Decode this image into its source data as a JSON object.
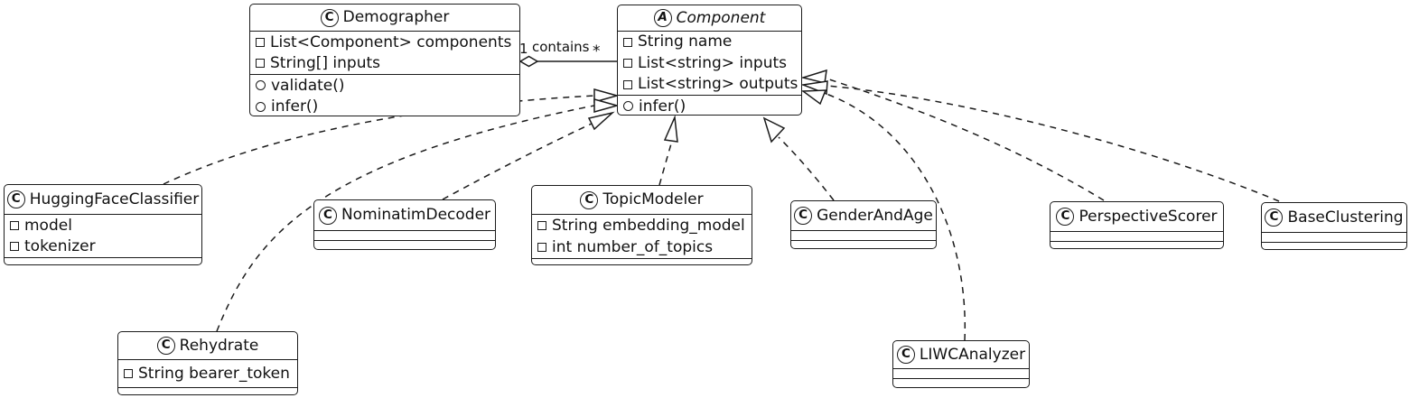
{
  "colors": {
    "border": "#1b1b1b",
    "background": "#ffffff"
  },
  "classes": {
    "demographer": {
      "letter": "C",
      "kind": "class",
      "name": "Demographer",
      "attrs": [
        "List<Component> components",
        "String[] inputs"
      ],
      "methods": [
        "validate()",
        "infer()"
      ]
    },
    "component": {
      "letter": "A",
      "kind": "abstract",
      "name": "Component",
      "attrs": [
        "String name",
        "List<string> inputs",
        "List<string> outputs"
      ],
      "methods": [
        "infer()"
      ]
    },
    "huggingface": {
      "letter": "C",
      "kind": "class",
      "name": "HuggingFaceClassifier",
      "attrs": [
        "model",
        "tokenizer"
      ],
      "methods": []
    },
    "nominatim": {
      "letter": "C",
      "kind": "class",
      "name": "NominatimDecoder",
      "attrs": [],
      "methods": []
    },
    "topicmodeler": {
      "letter": "C",
      "kind": "class",
      "name": "TopicModeler",
      "attrs": [
        "String embedding_model",
        "int number_of_topics"
      ],
      "methods": []
    },
    "genderandage": {
      "letter": "C",
      "kind": "class",
      "name": "GenderAndAge",
      "attrs": [],
      "methods": []
    },
    "perspectivescorer": {
      "letter": "C",
      "kind": "class",
      "name": "PerspectiveScorer",
      "attrs": [],
      "methods": []
    },
    "baseclustering": {
      "letter": "C",
      "kind": "class",
      "name": "BaseClustering",
      "attrs": [],
      "methods": []
    },
    "rehydrate": {
      "letter": "C",
      "kind": "class",
      "name": "Rehydrate",
      "attrs": [
        "String bearer_token"
      ],
      "methods": []
    },
    "liwc": {
      "letter": "C",
      "kind": "class",
      "name": "LIWCAnalyzer",
      "attrs": [],
      "methods": []
    }
  },
  "association": {
    "from": "Demographer",
    "to": "Component",
    "type": "aggregation",
    "source_multiplicity": "1",
    "label": "contains",
    "target_multiplicity": "*"
  },
  "realizations": [
    {
      "from": "HuggingFaceClassifier",
      "to": "Component"
    },
    {
      "from": "NominatimDecoder",
      "to": "Component"
    },
    {
      "from": "TopicModeler",
      "to": "Component"
    },
    {
      "from": "GenderAndAge",
      "to": "Component"
    },
    {
      "from": "PerspectiveScorer",
      "to": "Component"
    },
    {
      "from": "BaseClustering",
      "to": "Component"
    },
    {
      "from": "Rehydrate",
      "to": "Component"
    },
    {
      "from": "LIWCAnalyzer",
      "to": "Component"
    }
  ]
}
